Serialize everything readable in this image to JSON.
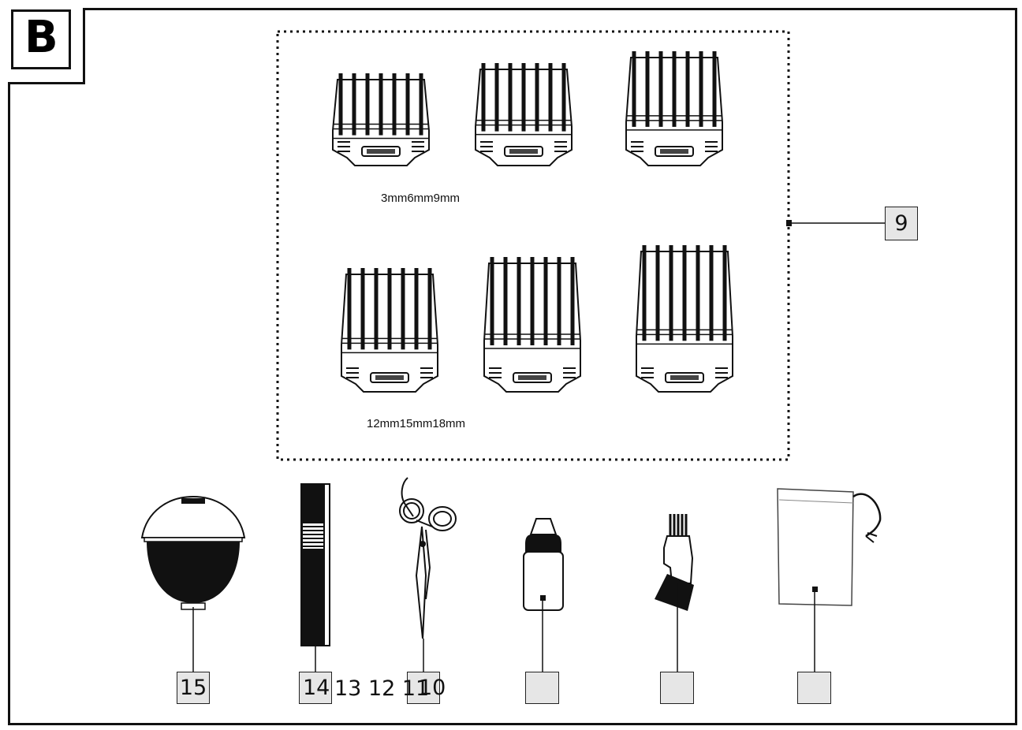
{
  "section_label": "B",
  "callouts": {
    "combs": "9",
    "head": "15",
    "comb": "14",
    "scissors": "10",
    "oil": "",
    "brush": "",
    "pouch": ""
  },
  "overflow_numbers": "13 12 11",
  "guide_comb_sizes": {
    "top_row": "3mm6mm9mm",
    "bottom_row": "12mm15mm18mm"
  },
  "colors": {
    "line": "#111111",
    "callout_fill": "#e6e6e6",
    "background": "#ffffff"
  }
}
